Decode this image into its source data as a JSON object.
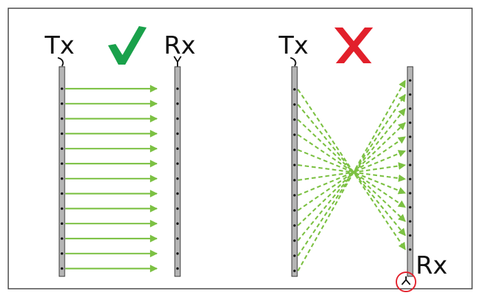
{
  "panels": {
    "correct": {
      "tx_label": "Tx",
      "rx_label": "Rx",
      "status_icon": "check-icon",
      "status_color": "#1aa14b",
      "arrow_count": 13,
      "arrow_style": "solid"
    },
    "incorrect": {
      "tx_label": "Tx",
      "rx_label": "Rx",
      "status_icon": "cross-icon",
      "status_color": "#e2202b",
      "arrow_count": 13,
      "arrow_style": "dashed",
      "arrow_pattern": "crossing",
      "rx_connector_highlight": "circle-icon"
    }
  },
  "colors": {
    "arrow": "#7cc143",
    "bar_fill": "#b5b5b5",
    "bar_stroke": "#333333",
    "dot": "#111111",
    "frame": "#444444",
    "highlight": "#e2202b"
  }
}
